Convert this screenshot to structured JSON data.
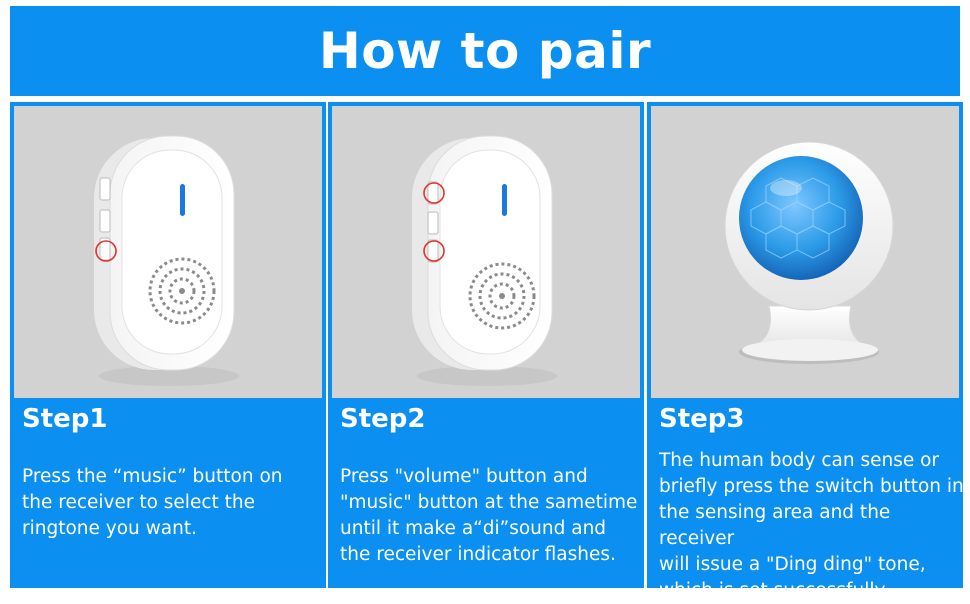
{
  "header": {
    "title": "How to pair"
  },
  "steps": [
    {
      "title": "Step1",
      "lines": [
        "Press the “music” button on",
        "the receiver to select the",
        "ringtone you want."
      ],
      "image_icon": "doorbell-receiver-icon"
    },
    {
      "title": "Step2",
      "lines": [
        "Press \"volume\" button and",
        "\"music\" button at the sametime",
        "until it make a“di”sound and",
        "the receiver indicator flashes."
      ],
      "image_icon": "doorbell-receiver-icon"
    },
    {
      "title": "Step3",
      "lines": [
        "The human body can sense or",
        "briefly press the switch button in",
        "the sensing area  and the receiver",
        "will issue a \"Ding ding\" tone,",
        "which is set successfully."
      ],
      "image_icon": "motion-sensor-icon"
    }
  ],
  "colors": {
    "accent": "#0b8ff0",
    "photo_bg": "#d2d2d3",
    "highlight_ring": "#e0342f",
    "sensor_lens": "#2c9be8"
  }
}
